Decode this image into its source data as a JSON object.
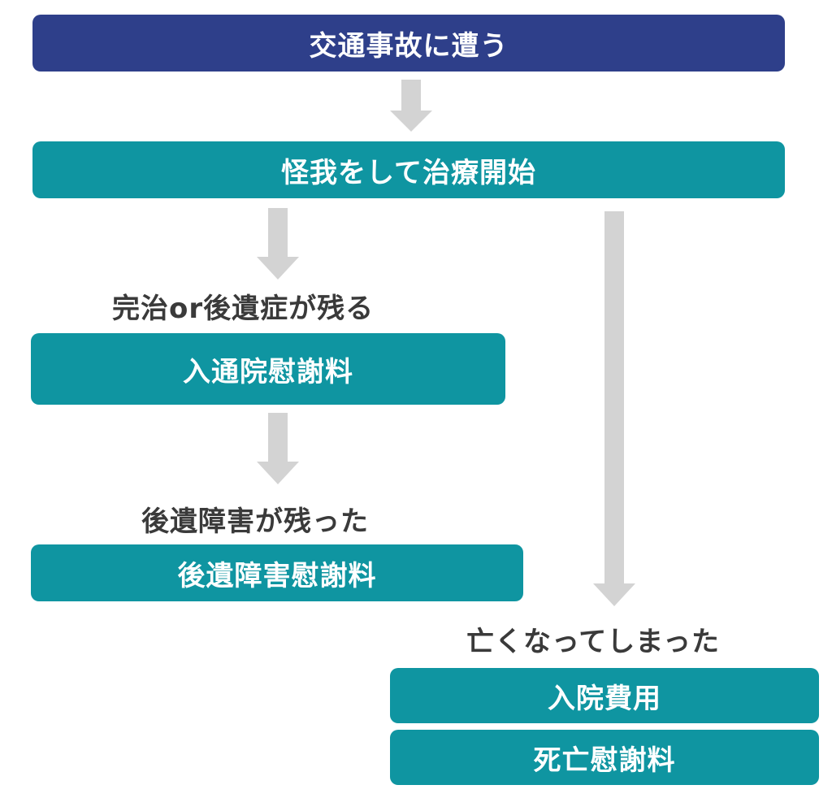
{
  "flow": {
    "step1": "交通事故に遭う",
    "step2": "怪我をして治療開始",
    "branch_left": {
      "heading": "完治or後遺症が残る",
      "box": "入通院慰謝料",
      "sub_heading": "後遺障害が残った",
      "sub_box": "後遺障害慰謝料"
    },
    "branch_right": {
      "heading": "亡くなってしまった",
      "box1": "入院費用",
      "box2": "死亡慰謝料"
    }
  },
  "colors": {
    "navy": "#2e3f8a",
    "teal": "#0f95a1",
    "arrow": "#d3d3d3",
    "text": "#3a3a3a"
  }
}
